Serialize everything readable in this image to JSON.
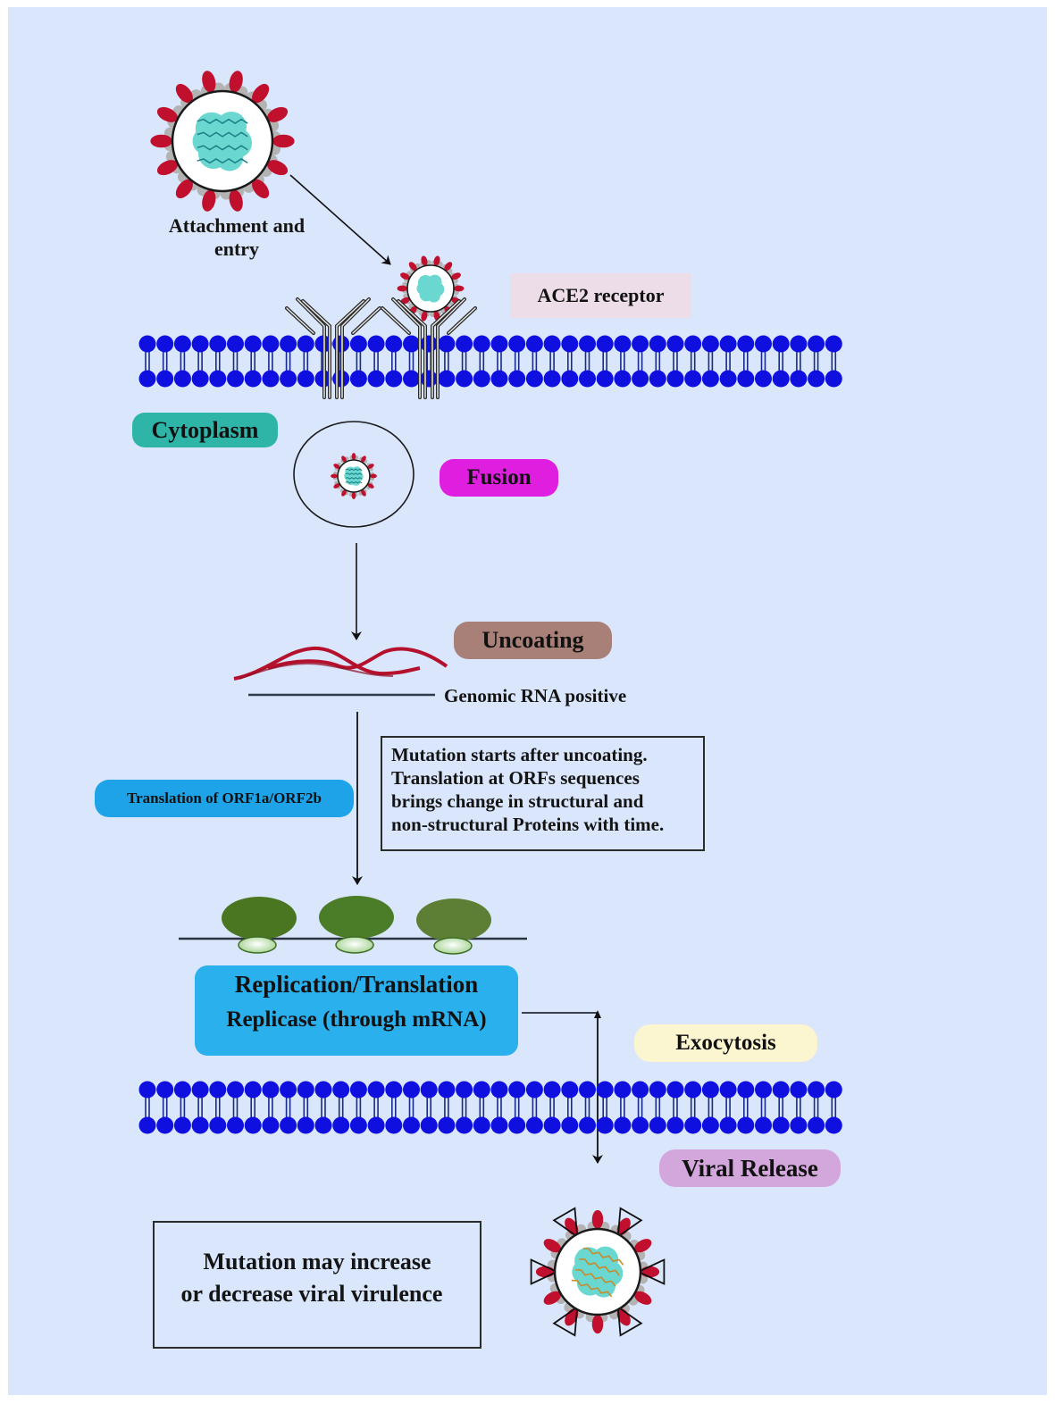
{
  "figure": {
    "title": "SARS-CoV-2 life cycle and mutation",
    "background_color": "#d9e6fb"
  },
  "steps": {
    "attachment": "Attachment and entry",
    "attachment_line1": "Attachment and",
    "attachment_line2": "entry",
    "ace2": "ACE2 receptor",
    "cytoplasm": "Cytoplasm",
    "fusion": "Fusion",
    "uncoating": "Uncoating",
    "genomic_rna": "Genomic RNA positive",
    "translation_orf": "Translation of ORF1a/ORF2b",
    "replication_title": "Replication/Translation",
    "replication_sub": "Replicase (through mRNA)",
    "exocytosis": "Exocytosis",
    "viral_release": "Viral Release"
  },
  "notes": {
    "mutation_start": [
      "Mutation starts after uncoating.",
      "Translation at ORFs sequences",
      "brings change in structural and",
      "non-structural Proteins with time."
    ],
    "virulence_line1": "Mutation may increase",
    "virulence_line2": "or decrease viral virulence"
  },
  "colors": {
    "ace2_bg": "#ecdde8",
    "cytoplasm_bg": "#2fb5a8",
    "fusion_bg": "#e01ee0",
    "uncoating_bg": "#a98078",
    "translation_bg": "#1ea3e8",
    "replication_bg": "#2bb0ee",
    "exocytosis_bg": "#fbf6cf",
    "viral_release_bg": "#d3a6dc",
    "membrane": "#0f0fe0",
    "spike": "#c0102e",
    "capsid": "#6ad8d0",
    "rna": "#b5102c",
    "ribosome_large": "#4e7a24",
    "ribosome_small": "#e6f4e0"
  },
  "icons": {
    "virus_top": "virus-icon",
    "virus_attached": "virus-icon",
    "endosome": "endosome-icon",
    "ace2_receptor": "receptor-icon",
    "membrane": "lipid-bilayer-icon",
    "rna_strands": "rna-strand-icon",
    "ribosomes": "ribosome-icon",
    "mutated_virus": "mutated-virus-icon"
  }
}
